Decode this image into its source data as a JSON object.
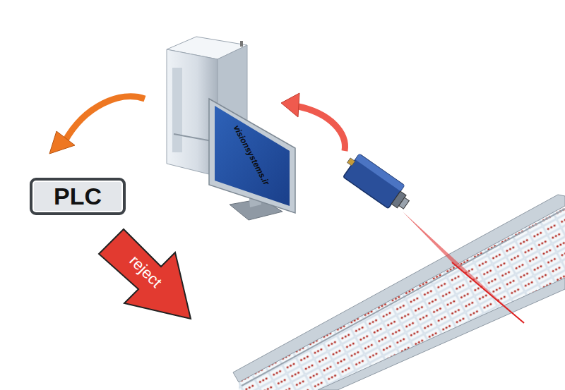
{
  "diagram": {
    "nodes": [
      {
        "text": [
          "PLC"
        ]
      }
    ],
    "labels": [
      "visionsystems.ir",
      "reject"
    ]
  }
}
